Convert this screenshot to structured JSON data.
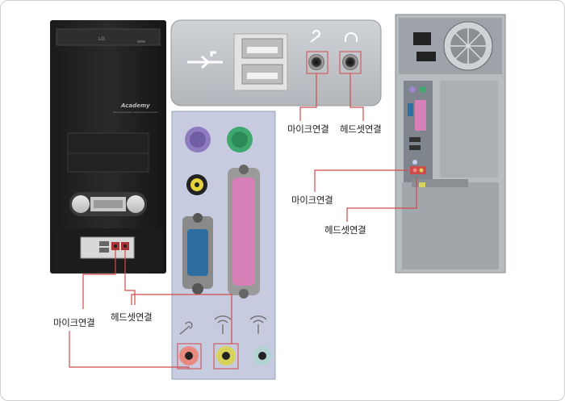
{
  "labels": {
    "mic_top": "마이크연결",
    "headset_top": "헤드셋연결",
    "mic_rear": "마이크연결",
    "headset_rear": "헤드셋연결",
    "mic_front": "마이크연결",
    "headset_front": "헤드셋연결"
  },
  "case_texts": {
    "drive_brand": "LG",
    "case_brand": "Academy",
    "case_tagline": "Next generation advanced enclosure"
  },
  "colors": {
    "callout_line": "#d14a4a",
    "ps2_mouse": "#9a86c9",
    "ps2_keyboard": "#3fa86f",
    "audio_pink": "#e98a80",
    "audio_green": "#c9c85b",
    "audio_blue": "#a8c8c8",
    "parallel": "#d77fb7",
    "serial": "#2f6ea0"
  }
}
